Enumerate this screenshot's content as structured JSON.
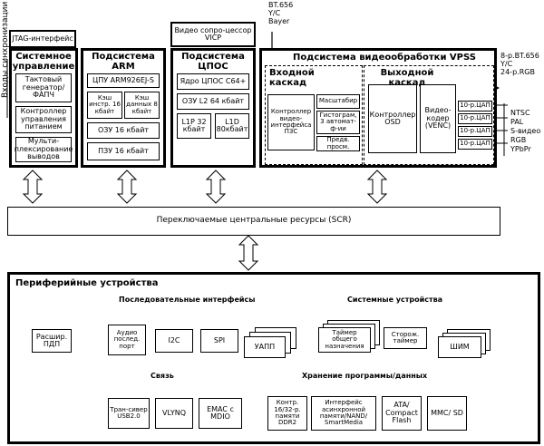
{
  "sync_inputs_label": "Входы синхронизации",
  "jtag_label": "JTAG-интерфейс",
  "system_control": {
    "title": "Системное управление",
    "items": [
      "Тактовый генератор/ ФАПЧ",
      "Контроллер управления питанием",
      "Мульти-плексирование выводов"
    ]
  },
  "arm": {
    "title": "Подсистема ARM",
    "cpu": "ЦПУ ARM926EJ-S",
    "icache": "Кэш инстр. 16 кбайт",
    "dcache": "Кэш данных 8 кбайт",
    "ram": "ОЗУ 16 кбайт",
    "rom": "ПЗУ 16 кбайт"
  },
  "video_coproc": "Видео сопро-цессор VICP",
  "dsp": {
    "title": "Подсистема ЦПОС",
    "core": "Ядро ЦПОС C64+",
    "l2": "ОЗУ L2 64 кбайт",
    "l1p": "L1P 32 кбайт",
    "l1d": "L1D 80кбайт"
  },
  "bt_input": "BT.656\nY/C\nBayer",
  "vpss": {
    "title": "Подсистема видеообработки VPSS",
    "front_end": {
      "title": "Входной каскад",
      "ccdc": "Контроллер видео-интерфейса ПЗС",
      "resizer": "Масштабир",
      "hist": "Гистограм, 3 автомат-ф-ии",
      "preview": "Предв. просм."
    },
    "back_end": {
      "title": "Выходной каскад",
      "osd": "Контроллер OSD",
      "venc": "Видео-кодер (VENC)",
      "dacs": [
        "10-р.ЦАП",
        "10-р.ЦАП",
        "10-р.ЦАП",
        "10-р.ЦАП"
      ]
    }
  },
  "digital_out": "8-р.BT.656\nY/C\n24-р.RGB",
  "analog_out": "NTSC\nPAL\nS-видео\nRGB\nYPbPr",
  "scr": "Переключаемые центральные ресурсы (SCR)",
  "peripherals": {
    "title": "Периферийные устройства",
    "serial_title": "Последовательные интерфейсы",
    "serial": [
      "Аудио послед. порт",
      "I2C",
      "SPI",
      "УАПП"
    ],
    "system_title": "Системные устройства",
    "system": [
      "Таймер общего назначения",
      "Сторож. таймер",
      "ШИМ"
    ],
    "edma": "Расшир. ПДП",
    "comm_title": "Связь",
    "comm": [
      "Тран-сивер USB2.0",
      "VLYNQ",
      "EMAC с MDIO"
    ],
    "storage_title": "Хранение программы/данных",
    "storage": [
      "Контр. 16/32-р. памяти DDR2",
      "Интерфейс асинхронной памяти/NAND/ SmartMedia",
      "ATA/ Compact Flash",
      "MMC/ SD"
    ]
  }
}
